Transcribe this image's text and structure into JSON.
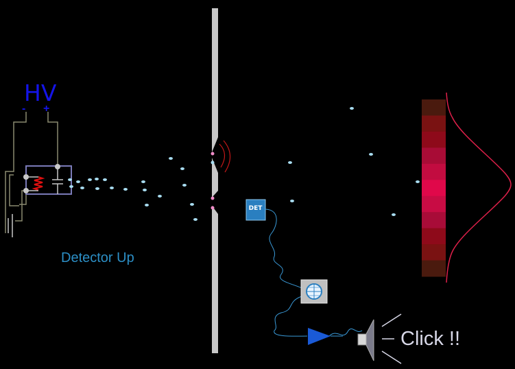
{
  "hv_label": "HV",
  "hv_minus": "-",
  "hv_plus": "+",
  "status": "Detector Up",
  "detector_label": "DET",
  "click_label": "Click !!",
  "colors": {
    "background": "#000000",
    "hv_text": "#1414e8",
    "status_text": "#2c8fc6",
    "electron": "#a8dcf0",
    "barrier": "#c8c8c8",
    "detector": "#2a7fc0",
    "curve": "#e0204a",
    "amplifier": "#1a5ad6"
  },
  "screen_bands": [
    "#4a1a0e",
    "#7a1212",
    "#8e0a1a",
    "#a80c36",
    "#c20c40",
    "#e0084a",
    "#c80c44",
    "#a80c38",
    "#8e0a1a",
    "#7a1212",
    "#4a1a0e"
  ],
  "icons": [
    "battery-icon",
    "capacitor-icon",
    "resistor-icon",
    "detector-box-icon",
    "oscilloscope-icon",
    "amplifier-icon",
    "speaker-icon"
  ]
}
